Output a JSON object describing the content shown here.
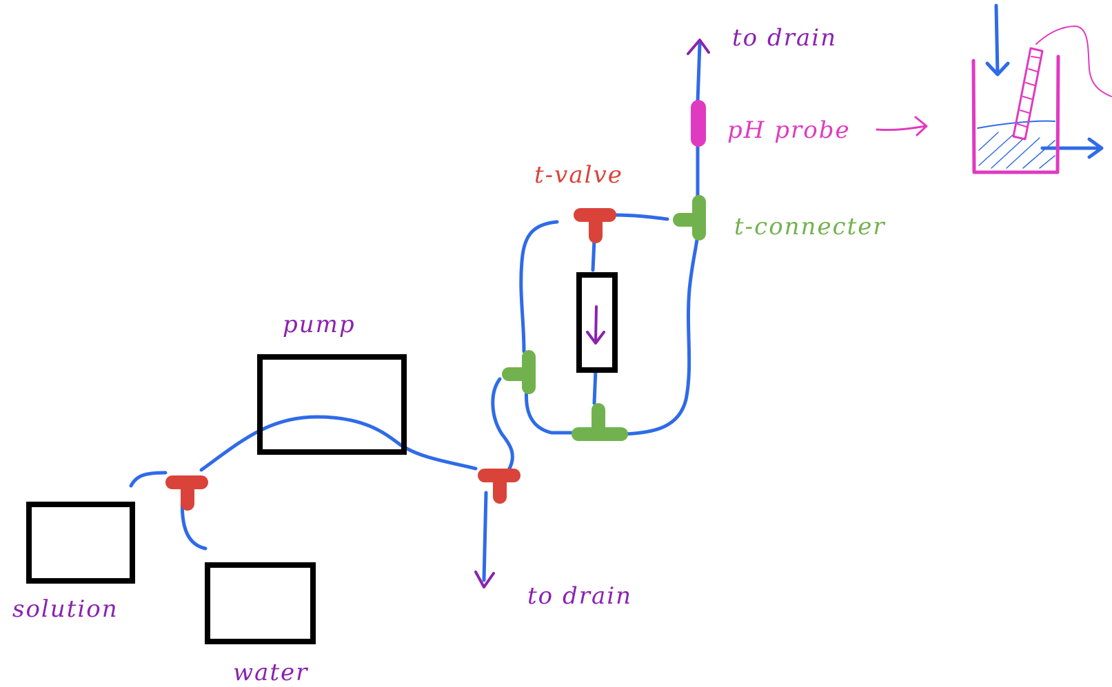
{
  "labels": {
    "pump": "pump",
    "solution": "solution",
    "water": "water",
    "drain_bottom": "to drain",
    "drain_top": "to drain",
    "t_valve": "t-valve",
    "t_connector": "t-connecter",
    "ph_probe": "pH probe"
  },
  "colors": {
    "tubing": "#2f6be8",
    "box": "#000000",
    "t_valve": "#d9433a",
    "t_connector": "#72b24e",
    "probe": "#e03ac0",
    "label_purple": "#8a22b0",
    "label_red": "#d9433a",
    "label_green": "#72b24e",
    "label_pink": "#e03ac0"
  },
  "icons": [
    "t-valve-icon",
    "t-connector-icon",
    "ph-probe-icon",
    "flow-arrow-icon",
    "beaker-icon"
  ]
}
